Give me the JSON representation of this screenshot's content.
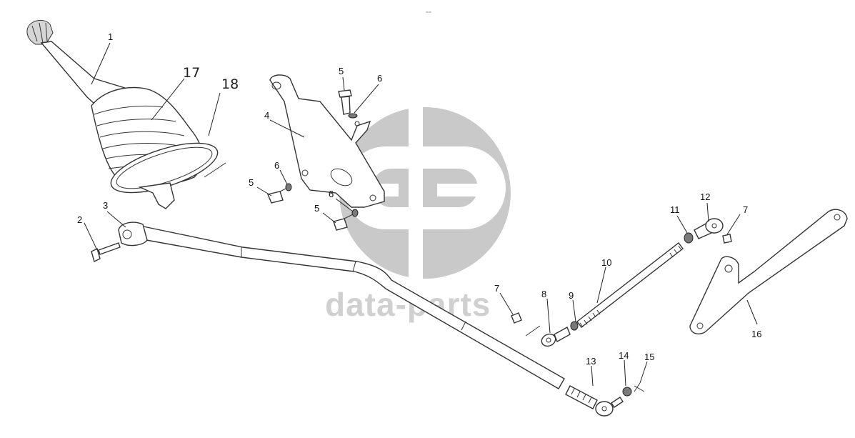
{
  "watermark": {
    "brand_text": "data-parts",
    "logo": "dp-logo"
  },
  "top_mark": "‐-",
  "callouts": {
    "c1": "1",
    "c2": "2",
    "c3": "3",
    "c4": "4",
    "c5a": "5",
    "c5b": "5",
    "c5c": "5",
    "c6a": "6",
    "c6b": "6",
    "c6c": "6",
    "c7a": "7",
    "c7b": "7",
    "c8": "8",
    "c9": "9",
    "c10": "10",
    "c11": "11",
    "c12": "12",
    "c13": "13",
    "c14": "14",
    "c15": "15",
    "c16": "16",
    "c17": "17",
    "c18": "18"
  }
}
